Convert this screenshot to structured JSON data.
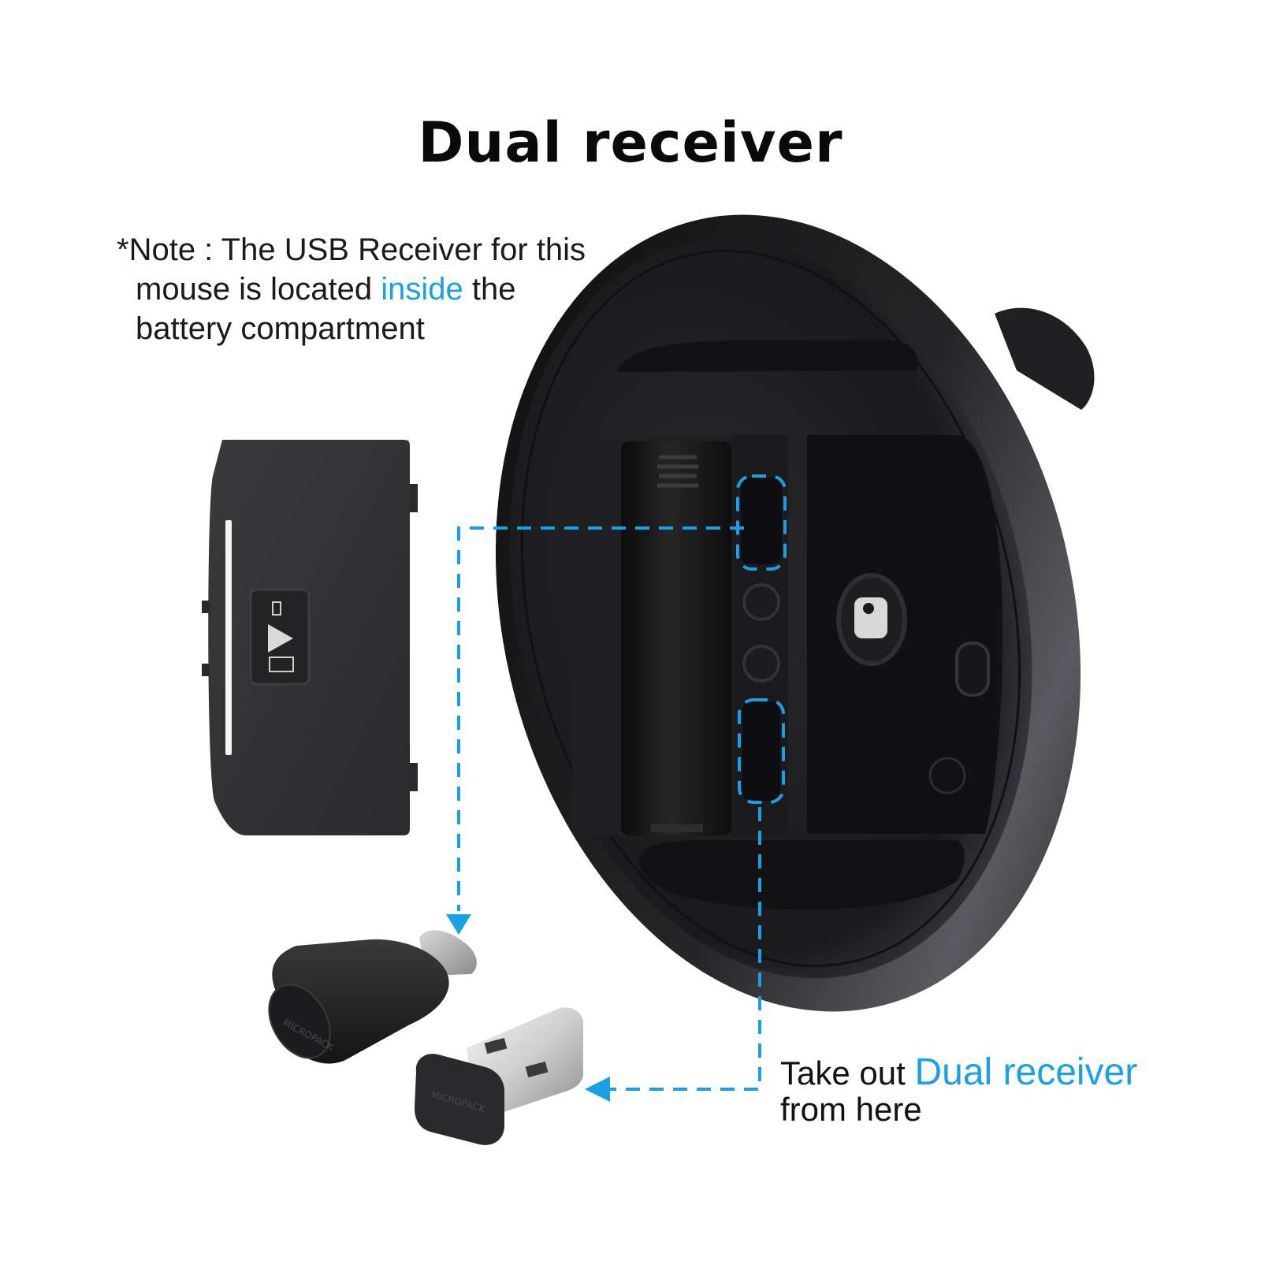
{
  "heading": {
    "title": "Dual receiver"
  },
  "note": {
    "line1": "*Note : The USB Receiver for this",
    "line2_before": "mouse is located ",
    "line2_highlight": "inside",
    "line2_after": " the",
    "line3": "battery compartment"
  },
  "callout": {
    "prefix": "Take out ",
    "highlight": "Dual receiver",
    "suffix": "from here"
  },
  "receiver_brand": "MICROPACK",
  "colors": {
    "accent": "#1aa0e6",
    "text": "#111111",
    "device_body": "#1b1b1d",
    "background": "#ffffff"
  }
}
